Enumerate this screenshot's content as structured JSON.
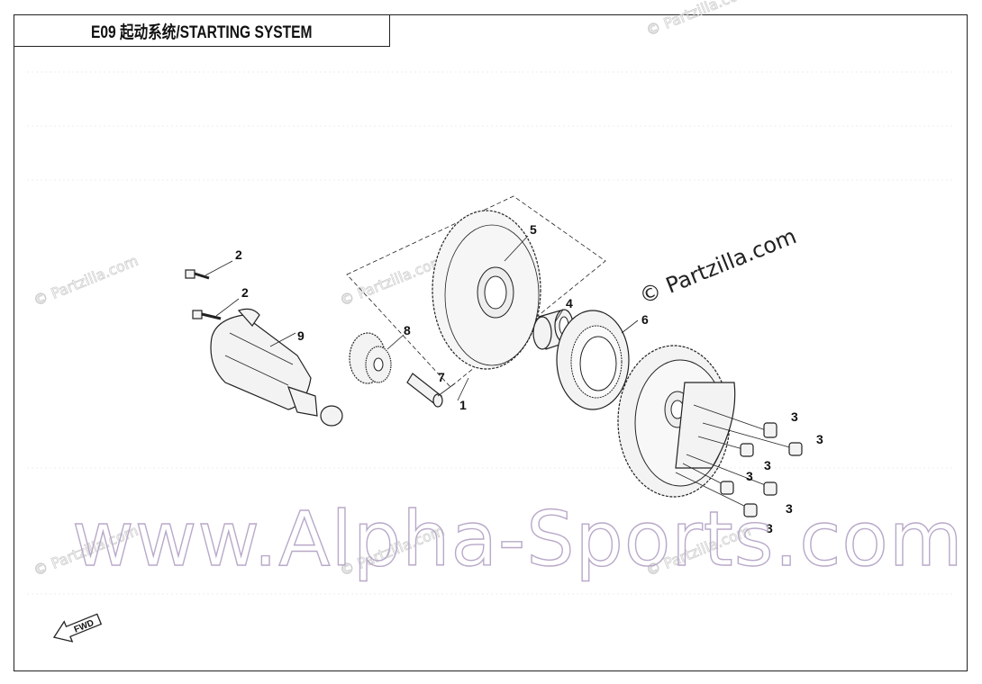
{
  "header": {
    "title": "E09 起动系统/STARTING SYSTEM"
  },
  "callouts": [
    {
      "id": "c1",
      "label": "1"
    },
    {
      "id": "c2a",
      "label": "2"
    },
    {
      "id": "c2b",
      "label": "2"
    },
    {
      "id": "c3a",
      "label": "3"
    },
    {
      "id": "c3b",
      "label": "3"
    },
    {
      "id": "c3c",
      "label": "3"
    },
    {
      "id": "c3d",
      "label": "3"
    },
    {
      "id": "c3e",
      "label": "3"
    },
    {
      "id": "c3f",
      "label": "3"
    },
    {
      "id": "c4",
      "label": "4"
    },
    {
      "id": "c5",
      "label": "5"
    },
    {
      "id": "c6",
      "label": "6"
    },
    {
      "id": "c7",
      "label": "7"
    },
    {
      "id": "c8",
      "label": "8"
    },
    {
      "id": "c9",
      "label": "9"
    }
  ],
  "watermarks": {
    "partzilla_main": "© Partzilla.com",
    "partzilla_faint": "© Partzilla.com",
    "alpha_sports": "www.Alpha-Sports.com"
  },
  "fwd_label": "FWD",
  "colors": {
    "line": "#222222",
    "watermark_faint": "#cfcfcf",
    "watermark_alpha": "#b9a9c9"
  }
}
